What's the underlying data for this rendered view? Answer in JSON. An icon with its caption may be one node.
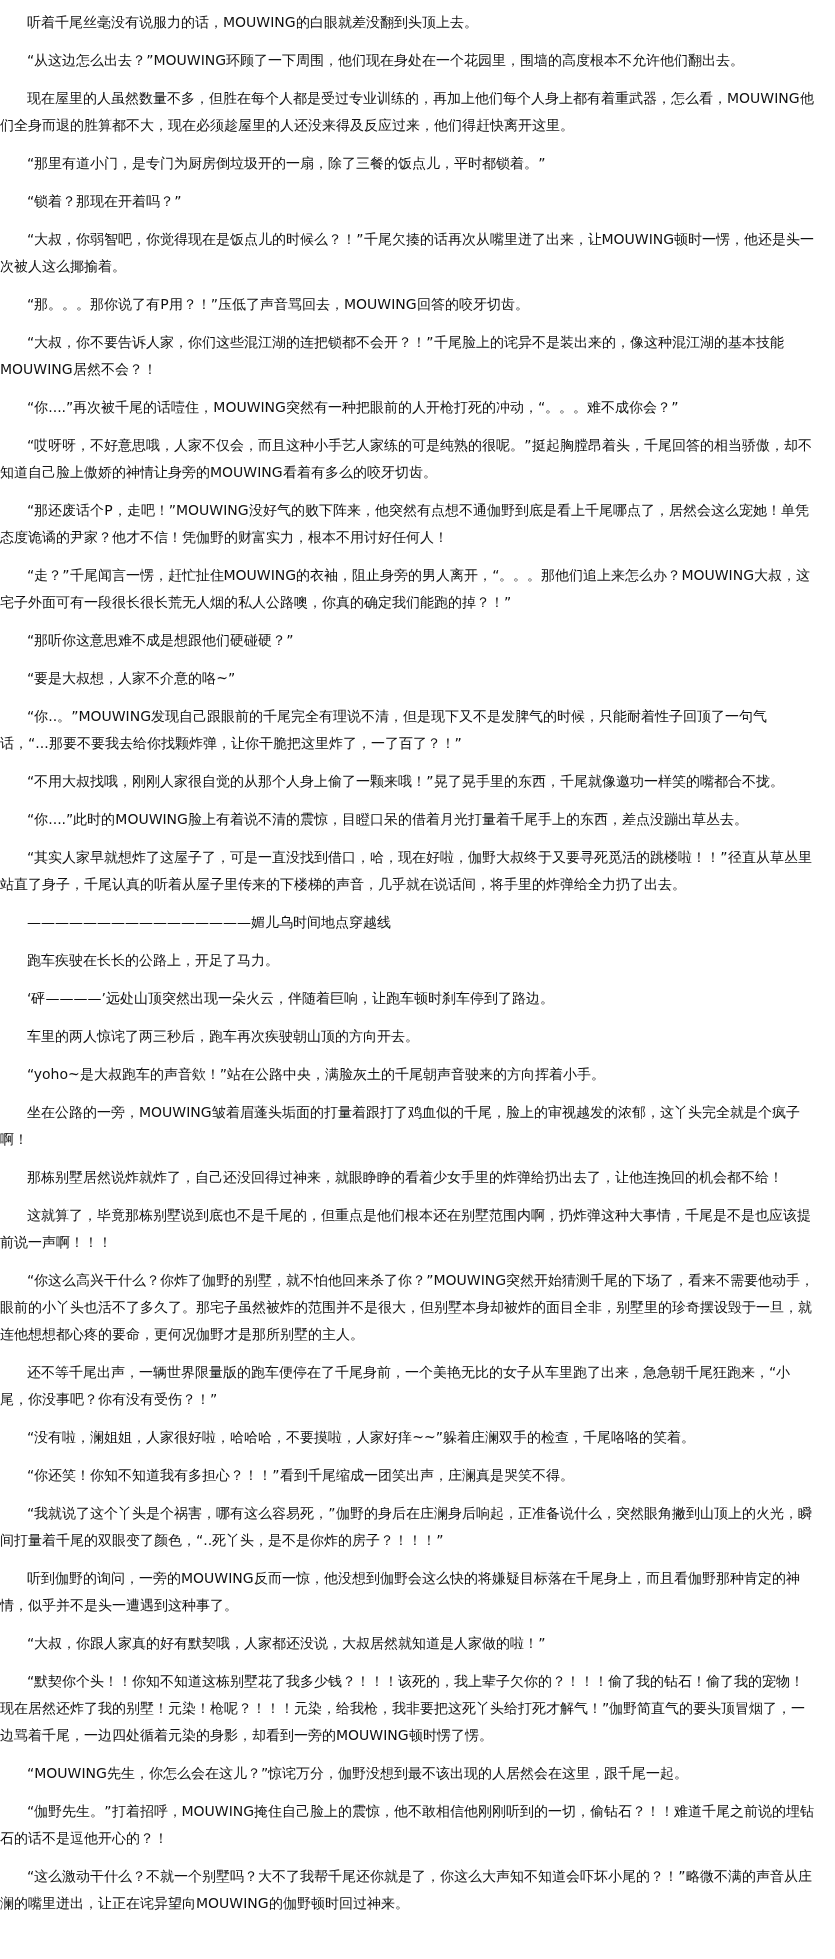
{
  "diagram": {
    "labels": [
      "听着千尾丝毫没有说服力的话，MOUWING的白眼就差没翻到头顶上去。",
      "“从这边怎么出去？”MOUWING环顾了一下周围，他们现在身处在一个花园里，围墙的高度根本不允许他们翻出去。",
      "现在屋里的人虽然数量不多，但胜在每个人都是受过专业训练的，再加上他们每个人身上都有着重武器，怎么看，MOUWING他们全身而退的胜算都不大，现在必须趁屋里的人还没来得及反应过来，他们得赶快离开这里。",
      "“那里有道小门，是专门为厨房倒垃圾开的一扇，除了三餐的饭点儿，平时都锁着。”",
      "“锁着？那现在开着吗？”",
      "“大叔，你弱智吧，你觉得现在是饭点儿的时候么？！”千尾欠揍的话再次从嘴里迸了出来，让MOUWING顿时一愣，他还是头一次被人这么揶揄着。",
      "“那。。。那你说了有P用？！”压低了声音骂回去，MOUWING回答的咬牙切齿。",
      "“大叔，你不要告诉人家，你们这些混江湖的连把锁都不会开？！”千尾脸上的诧异不是装出来的，像这种混江湖的基本技能MOUWING居然不会？！",
      "“你....”再次被千尾的话噎住，MOUWING突然有一种把眼前的人开枪打死的冲动，“。。。难不成你会？”",
      "“哎呀呀，不好意思哦，人家不仅会，而且这种小手艺人家练的可是纯熟的很呢。”挺起胸膛昂着头，千尾回答的相当骄傲，却不知道自己脸上傲娇的神情让身旁的MOUWING看着有多么的咬牙切齿。",
      "“那还废话个P，走吧！”MOUWING没好气的败下阵来，他突然有点想不通伽野到底是看上千尾哪点了，居然会这么宠她！单凭态度诡谲的尹家？他才不信！凭伽野的财富实力，根本不用讨好任何人！",
      "“走？”千尾闻言一愣，赶忙扯住MOUWING的衣袖，阻止身旁的男人离开，“。。。那他们追上来怎么办？MOUWING大叔，这宅子外面可有一段很长很长荒无人烟的私人公路噢，你真的确定我们能跑的掉？！”",
      "“那听你这意思难不成是想跟他们硬碰硬？”",
      "“要是大叔想，人家不介意的咯~”",
      "“你..。”MOUWING发现自己跟眼前的千尾完全有理说不清，但是现下又不是发脾气的时候，只能耐着性子回顶了一句气话，“...那要不要我去给你找颗炸弹，让你干脆把这里炸了，一了百了？！”",
      "“不用大叔找哦，刚刚人家很自觉的从那个人身上偷了一颗来哦！”晃了晃手里的东西，千尾就像邀功一样笑的嘴都合不拢。",
      "“你....”此时的MOUWING脸上有着说不清的震惊，目瞪口呆的借着月光打量着千尾手上的东西，差点没蹦出草丛去。",
      "“其实人家早就想炸了这屋子了，可是一直没找到借口，哈，现在好啦，伽野大叔终于又要寻死觅活的跳楼啦！！”径直从草丛里站直了身子，千尾认真的听着从屋子里传来的下楼梯的声音，几乎就在说话间，将手里的炸弹给全力扔了出去。",
      "————————————————媚儿乌时间地点穿越线",
      "跑车疾驶在长长的公路上，开足了马力。",
      "‘砰————’远处山顶突然出现一朵火云，伴随着巨响，让跑车顿时刹车停到了路边。",
      "车里的两人惊诧了两三秒后，跑车再次疾驶朝山顶的方向开去。",
      "“yoho~是大叔跑车的声音欸！”站在公路中央，满脸灰土的千尾朝声音驶来的方向挥着小手。",
      "坐在公路的一旁，MOUWING皱着眉蓬头垢面的打量着跟打了鸡血似的千尾，脸上的审视越发的浓郁，这丫头完全就是个疯子啊！",
      "那栋别墅居然说炸就炸了，自己还没回得过神来，就眼睁睁的看着少女手里的炸弹给扔出去了，让他连挽回的机会都不给！",
      "这就算了，毕竟那栋别墅说到底也不是千尾的，但重点是他们根本还在别墅范围内啊，扔炸弹这种大事情，千尾是不是也应该提前说一声啊！！！",
      "“你这么高兴干什么？你炸了伽野的别墅，就不怕他回来杀了你？”MOUWING突然开始猜测千尾的下场了，看来不需要他动手，眼前的小丫头也活不了多久了。那宅子虽然被炸的范围并不是很大，但别墅本身却被炸的面目全非，别墅里的珍奇摆设毁于一旦，就连他想想都心疼的要命，更何况伽野才是那所别墅的主人。",
      "还不等千尾出声，一辆世界限量版的跑车便停在了千尾身前，一个美艳无比的女子从车里跑了出来，急急朝千尾狂跑来，“小尾，你没事吧？你有没有受伤？！”",
      "“没有啦，澜姐姐，人家很好啦，哈哈哈，不要摸啦，人家好痒~~”躲着庄澜双手的检查，千尾咯咯的笑着。",
      "“你还笑！你知不知道我有多担心？！！”看到千尾缩成一团笑出声，庄澜真是哭笑不得。",
      "“我就说了这个丫头是个祸害，哪有这么容易死，”伽野的身后在庄澜身后响起，正准备说什么，突然眼角撇到山顶上的火光，瞬间打量着千尾的双眼变了颜色，“..死丫头，是不是你炸的房子？！！！”",
      "听到伽野的询问，一旁的MOUWING反而一惊，他没想到伽野会这么快的将嫌疑目标落在千尾身上，而且看伽野那种肯定的神情，似乎并不是头一遭遇到这种事了。",
      "“大叔，你跟人家真的好有默契哦，人家都还没说，大叔居然就知道是人家做的啦！”",
      "“默契你个头！！你知不知道这栋别墅花了我多少钱？！！！该死的，我上辈子欠你的？！！！偷了我的钻石！偷了我的宠物！现在居然还炸了我的别墅！元染！枪呢？！！！元染，给我枪，我非要把这死丫头给打死才解气！”伽野简直气的要头顶冒烟了，一边骂着千尾，一边四处循着元染的身影，却看到一旁的MOUWING顿时愣了愣。",
      "“MOUWING先生，你怎么会在这儿？”惊诧万分，伽野没想到最不该出现的人居然会在这里，跟千尾一起。",
      "“伽野先生。”打着招呼，MOUWING掩住自己脸上的震惊，他不敢相信他刚刚听到的一切，偷钻石？！！难道千尾之前说的埋钻石的话不是逗他开心的？！",
      "“这么激动干什么？不就一个别墅吗？大不了我帮千尾还你就是了，你这么大声知不知道会吓坏小尾的？！”略微不满的声音从庄澜的嘴里迸出，让正在诧异望向MOUWING的伽野顿时回过神来。"
    ]
  }
}
